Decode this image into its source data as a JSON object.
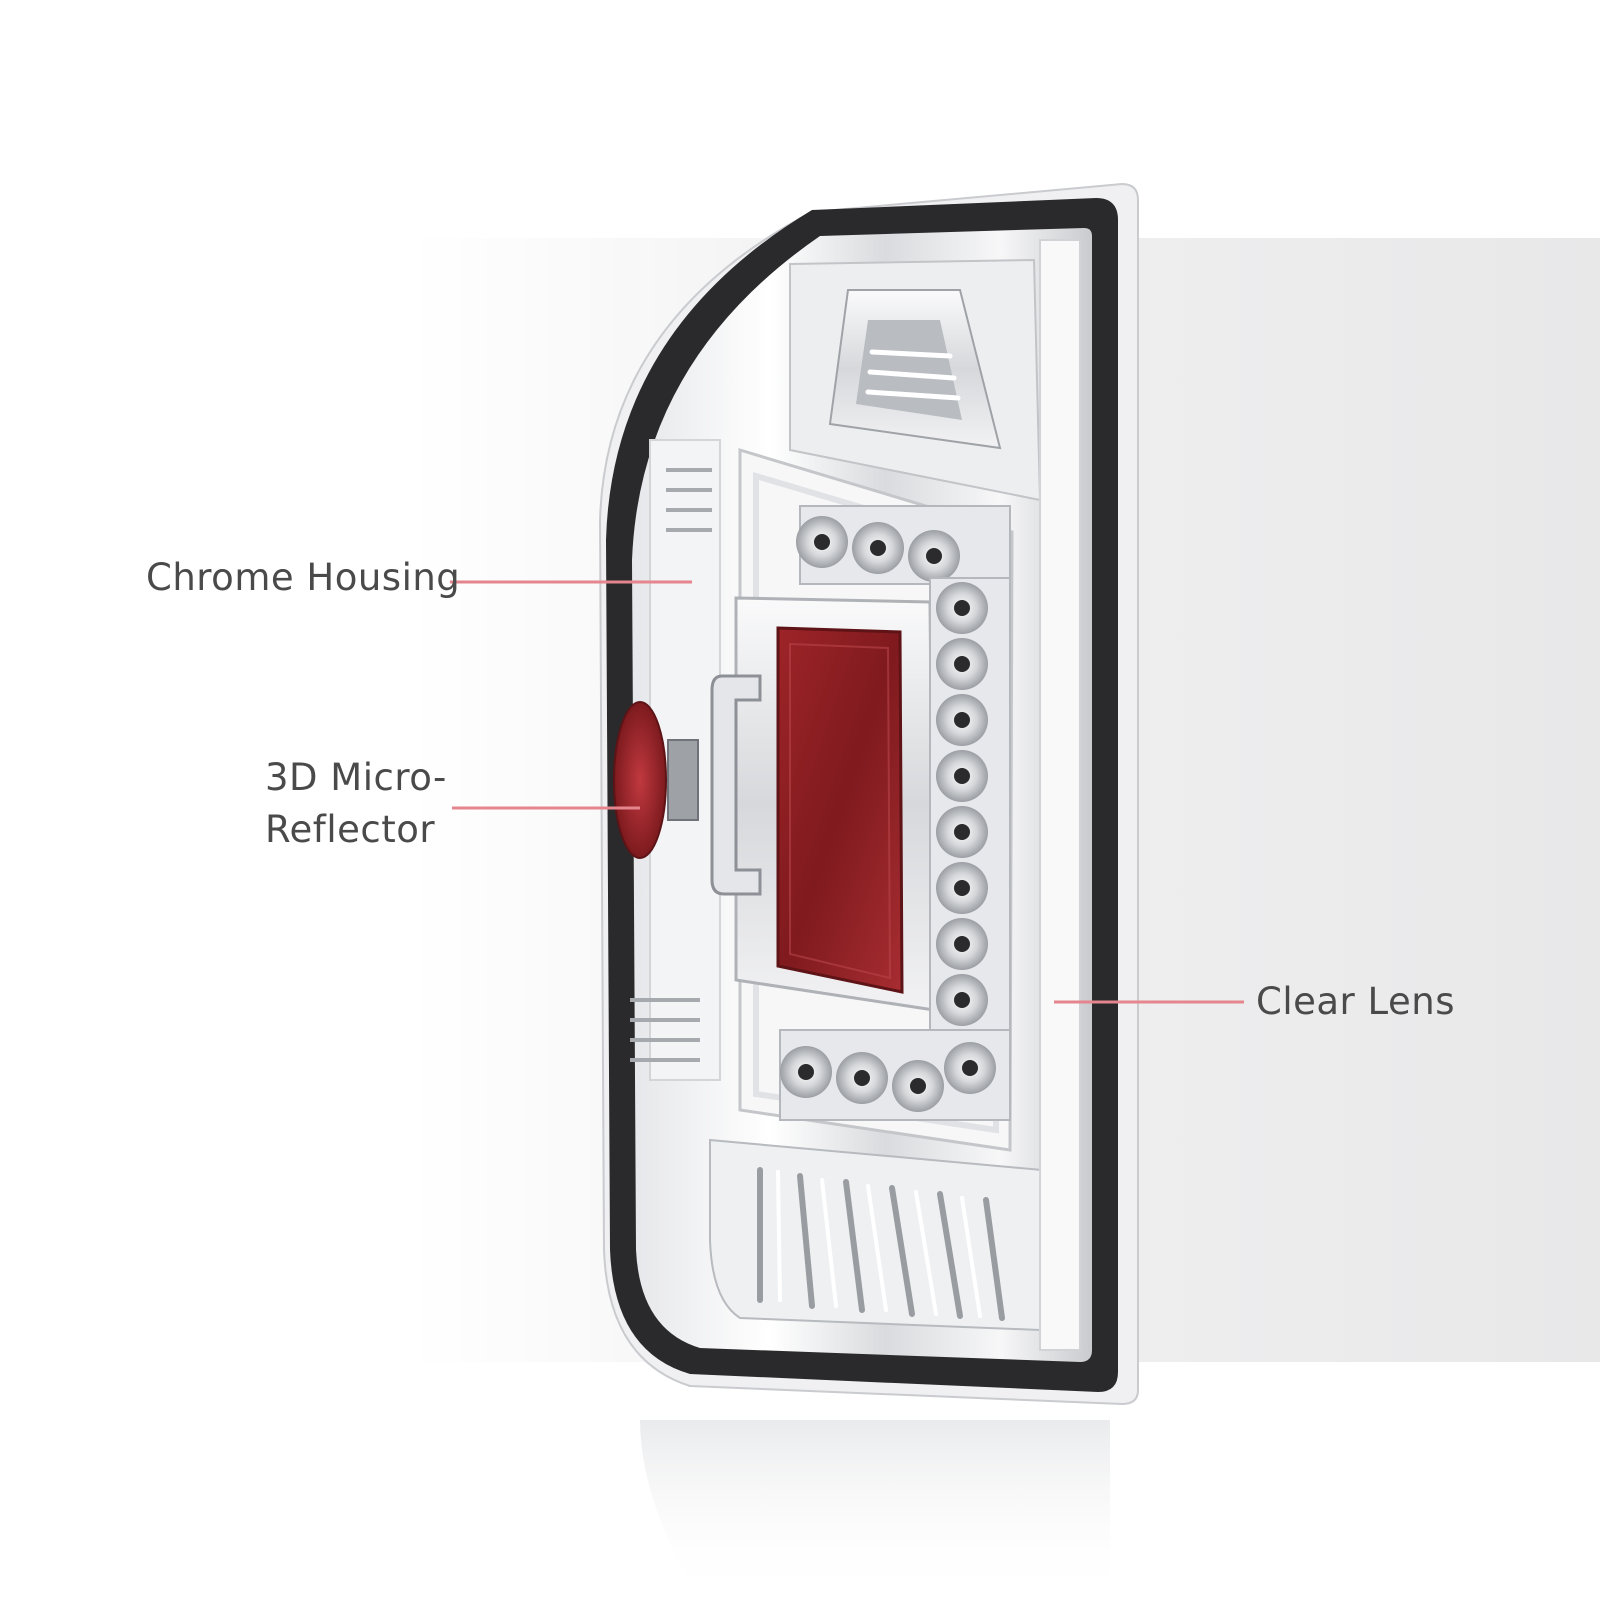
{
  "callouts": {
    "chrome_housing": "Chrome Housing",
    "micro_reflector_line1": "3D Micro-",
    "micro_reflector_line2": "Reflector",
    "clear_lens": "Clear Lens"
  },
  "colors": {
    "background": "#ffffff",
    "backdrop_panel": "#ececed",
    "label_text": "#4a4a4a",
    "leader_line": "#e5858e",
    "gasket": "#2a2a2c",
    "chrome_light": "#f4f4f6",
    "chrome_mid": "#cfd1d4",
    "chrome_dark": "#8e9196",
    "reflector_red": "#8e1f22",
    "reflector_red_light": "#b3343a",
    "led_dot": "#2b2b2e"
  }
}
